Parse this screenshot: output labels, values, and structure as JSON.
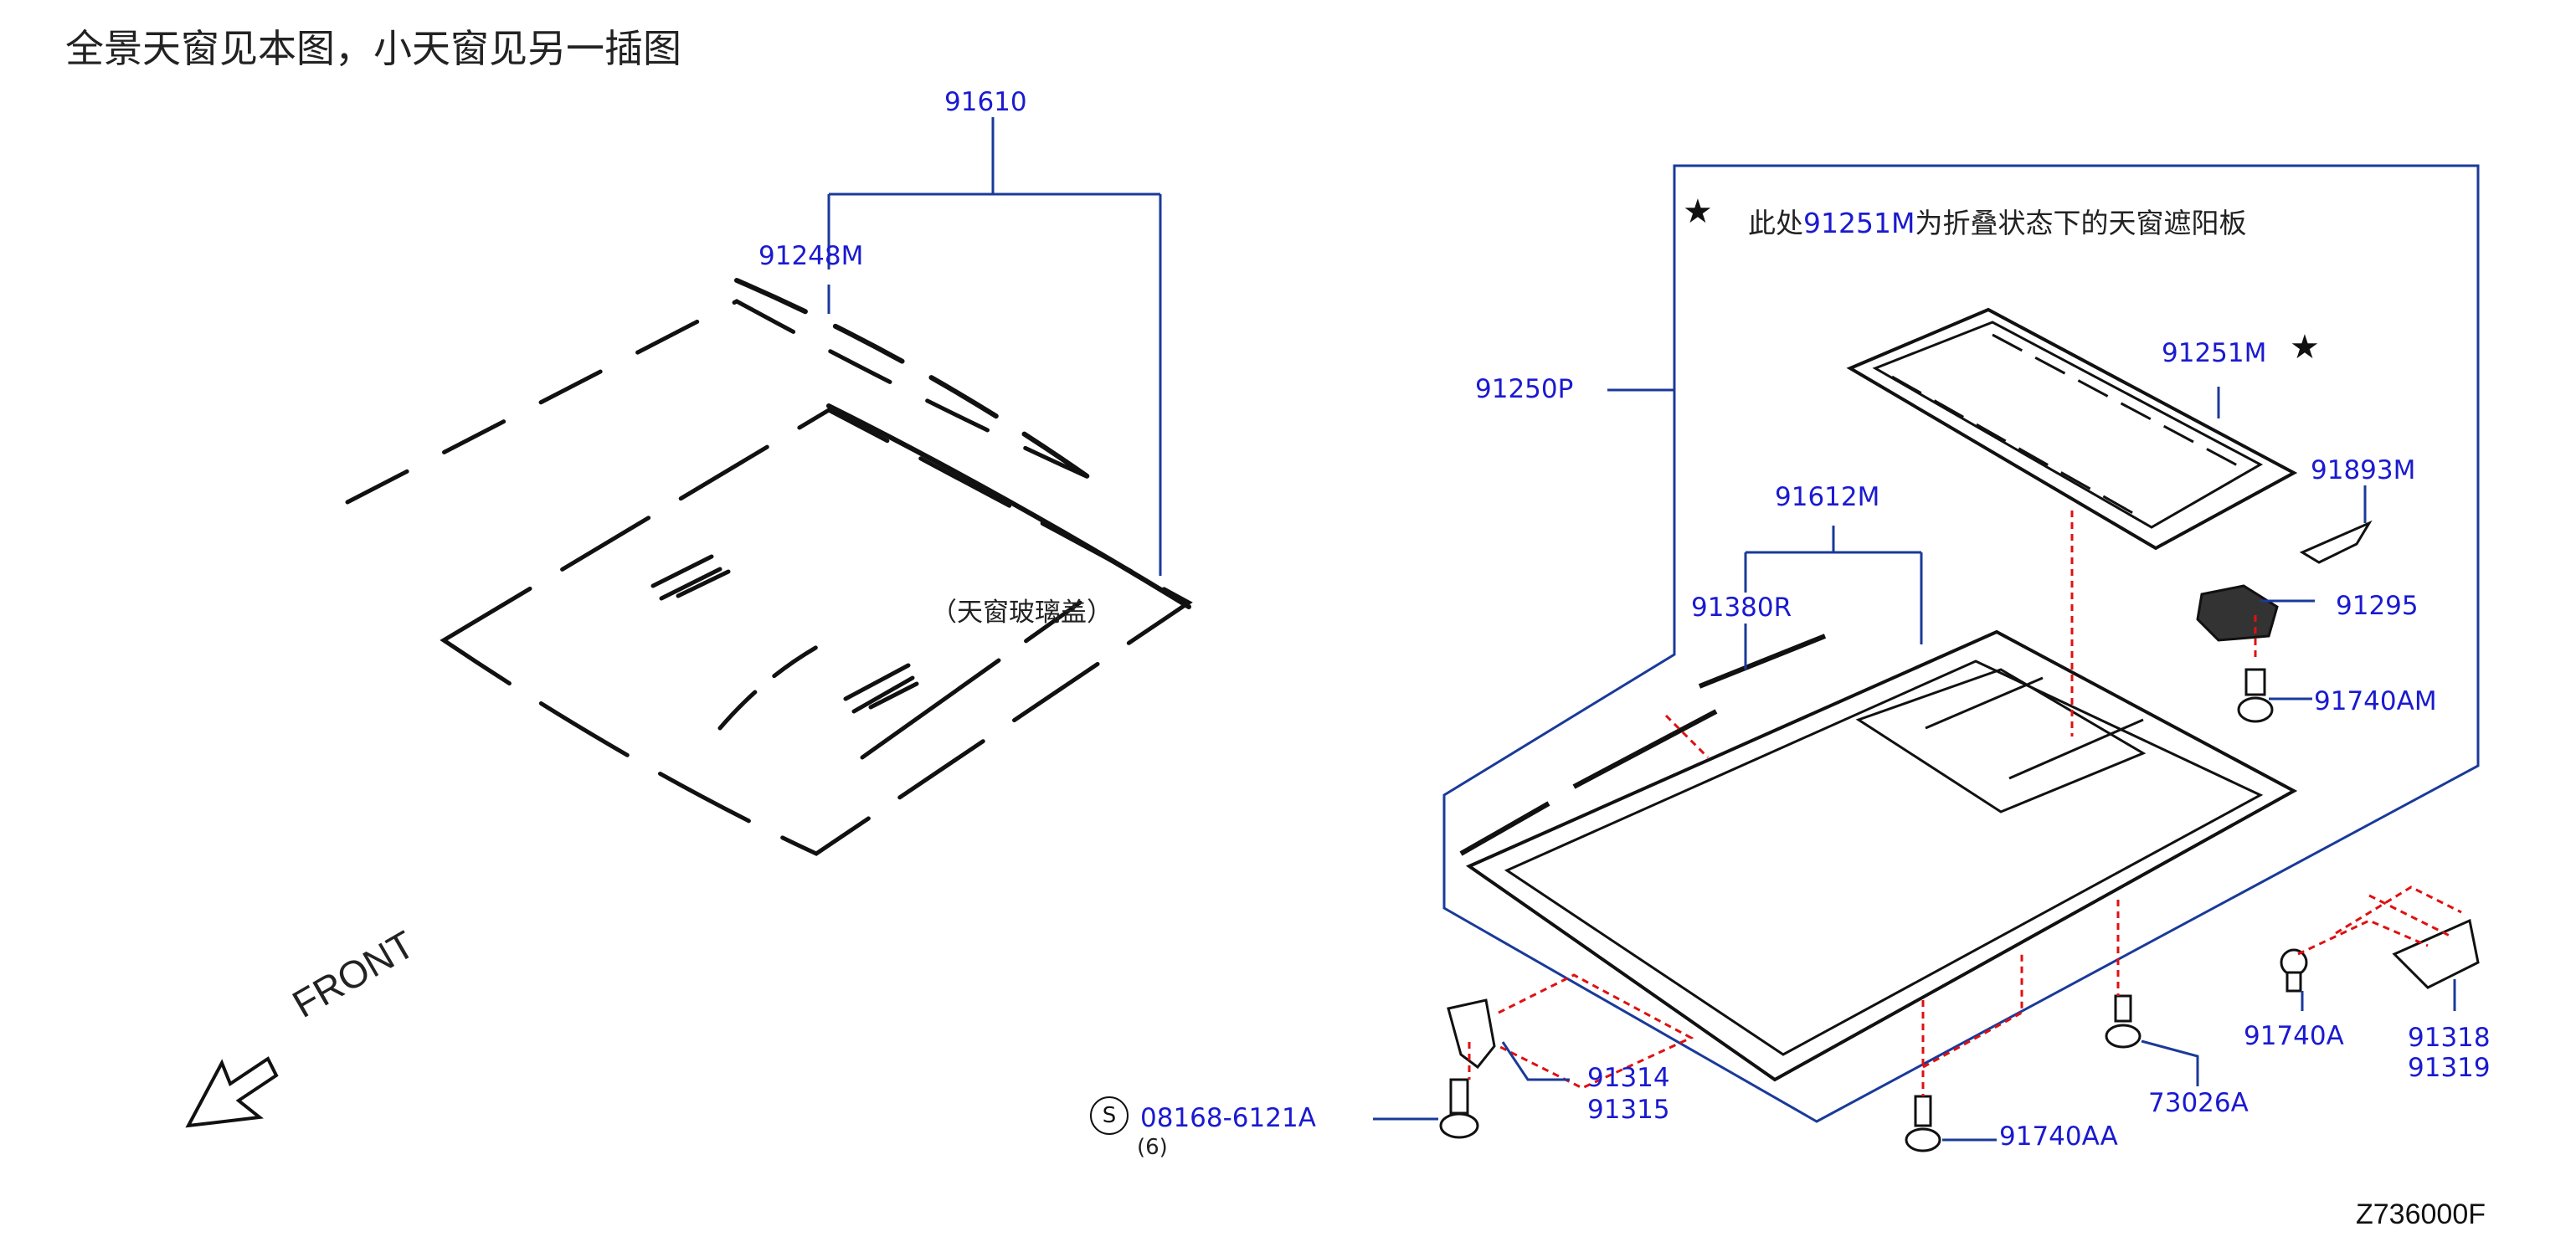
{
  "title": "全景天窗见本图，小天窗见另一插图",
  "diagram_number": "Z736000F",
  "front_label": "FRONT",
  "glass_note": "（天窗玻璃盖）",
  "star_note": {
    "prefix": "此处",
    "part": "91251M",
    "suffix": "为折叠状态下的天窗遮阳板"
  },
  "star_symbol": "★",
  "screw_prefix": "S",
  "screw_qty": "(6)",
  "parts": {
    "p91610": "91610",
    "p91248M": "91248M",
    "p91250P": "91250P",
    "p91251M": "91251M",
    "p91893M": "91893M",
    "p91612M": "91612M",
    "p91380R": "91380R",
    "p91295": "91295",
    "p91740AM": "91740AM",
    "p91740A": "91740A",
    "p91318": "91318",
    "p91319": "91319",
    "p91314": "91314",
    "p91315": "91315",
    "p08168": "08168-6121A",
    "p91740AA": "91740AA",
    "p73026A": "73026A"
  }
}
